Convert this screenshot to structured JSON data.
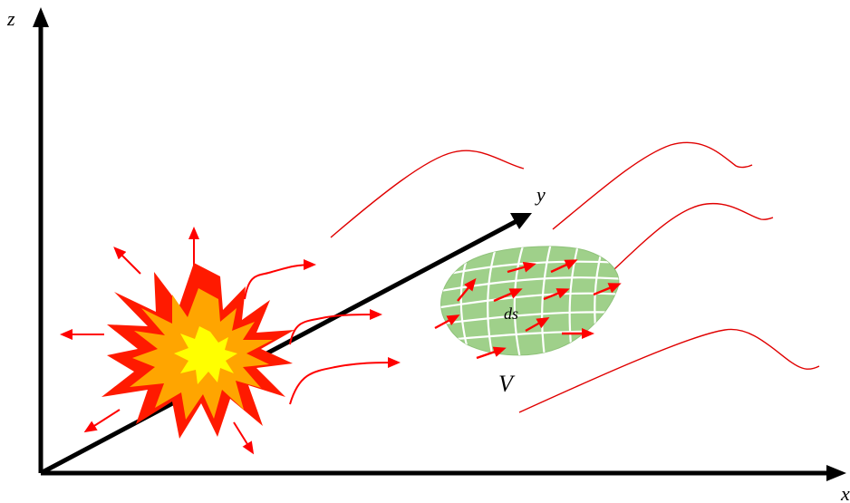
{
  "labels": {
    "z_axis": "z",
    "y_axis": "y",
    "x_axis": "x",
    "surface_element": "ds",
    "volume": "V"
  },
  "colors": {
    "axis": "#000000",
    "arrow_red": "#ff0000",
    "wave_line": "#e00000",
    "explosion_outer": "#ff1a00",
    "explosion_mid": "#ffa500",
    "explosion_inner": "#ffff00",
    "patch_fill": "#9fd08a",
    "patch_grid": "#ffffff"
  },
  "icons": {
    "explosion": "explosion-burst-icon",
    "surface": "volume-surface-patch"
  }
}
